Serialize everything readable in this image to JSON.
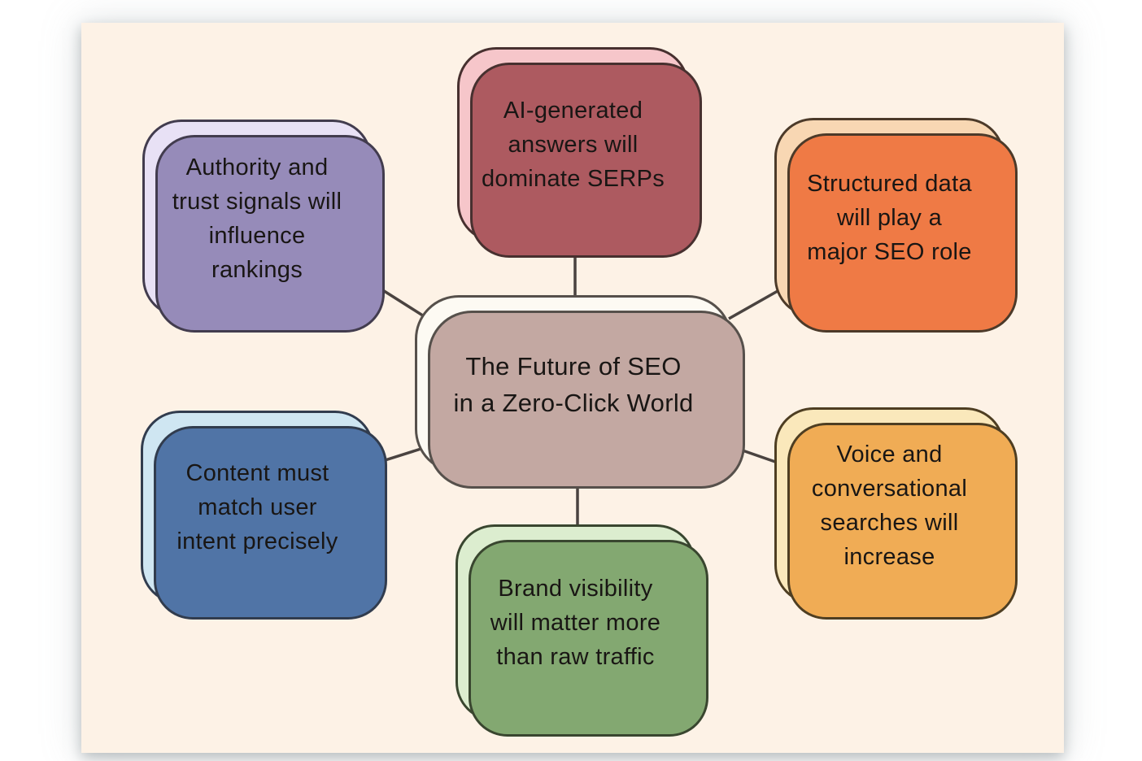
{
  "diagram_title": "The Future of SEO in a Zero-Click World",
  "background": {
    "page_color": "#ffffff",
    "panel_color": "#fdf2e6"
  },
  "connector_color": "#4a4340",
  "nodes": [
    {
      "id": "center",
      "role": "central-topic",
      "label": "The Future of SEO\nin a Zero-Click World",
      "colors": {
        "fill": "#fdfaf3",
        "shadow": "#c3a8a2",
        "stroke": "#56504b"
      }
    },
    {
      "id": "authority",
      "role": "branch-top-left",
      "label": "Authority and\ntrust signals will\ninfluence\nrankings",
      "colors": {
        "fill": "#e8e1f5",
        "shadow": "#968bb9",
        "stroke": "#423c4e"
      }
    },
    {
      "id": "ai",
      "role": "branch-top-center",
      "label": "AI-generated\nanswers will\ndominate SERPs",
      "colors": {
        "fill": "#f6c6ca",
        "shadow": "#ad5a60",
        "stroke": "#47302f"
      }
    },
    {
      "id": "structured",
      "role": "branch-top-right",
      "label": "Structured data\nwill play a\nmajor SEO role",
      "colors": {
        "fill": "#f8d7b3",
        "shadow": "#ef7a45",
        "stroke": "#4c3a29"
      }
    },
    {
      "id": "content",
      "role": "branch-bottom-left",
      "label": "Content must\nmatch user\nintent precisely",
      "colors": {
        "fill": "#cfe6f2",
        "shadow": "#5074a6",
        "stroke": "#313c4e"
      }
    },
    {
      "id": "brand",
      "role": "branch-bottom-center",
      "label": "Brand visibility\nwill matter more\nthan raw traffic",
      "colors": {
        "fill": "#dcedcf",
        "shadow": "#83a871",
        "stroke": "#39462f"
      }
    },
    {
      "id": "voice",
      "role": "branch-bottom-right",
      "label": "Voice and\nconversational\nsearches will\nincrease",
      "colors": {
        "fill": "#fae8bb",
        "shadow": "#f0ac55",
        "stroke": "#4e3e22"
      }
    }
  ]
}
